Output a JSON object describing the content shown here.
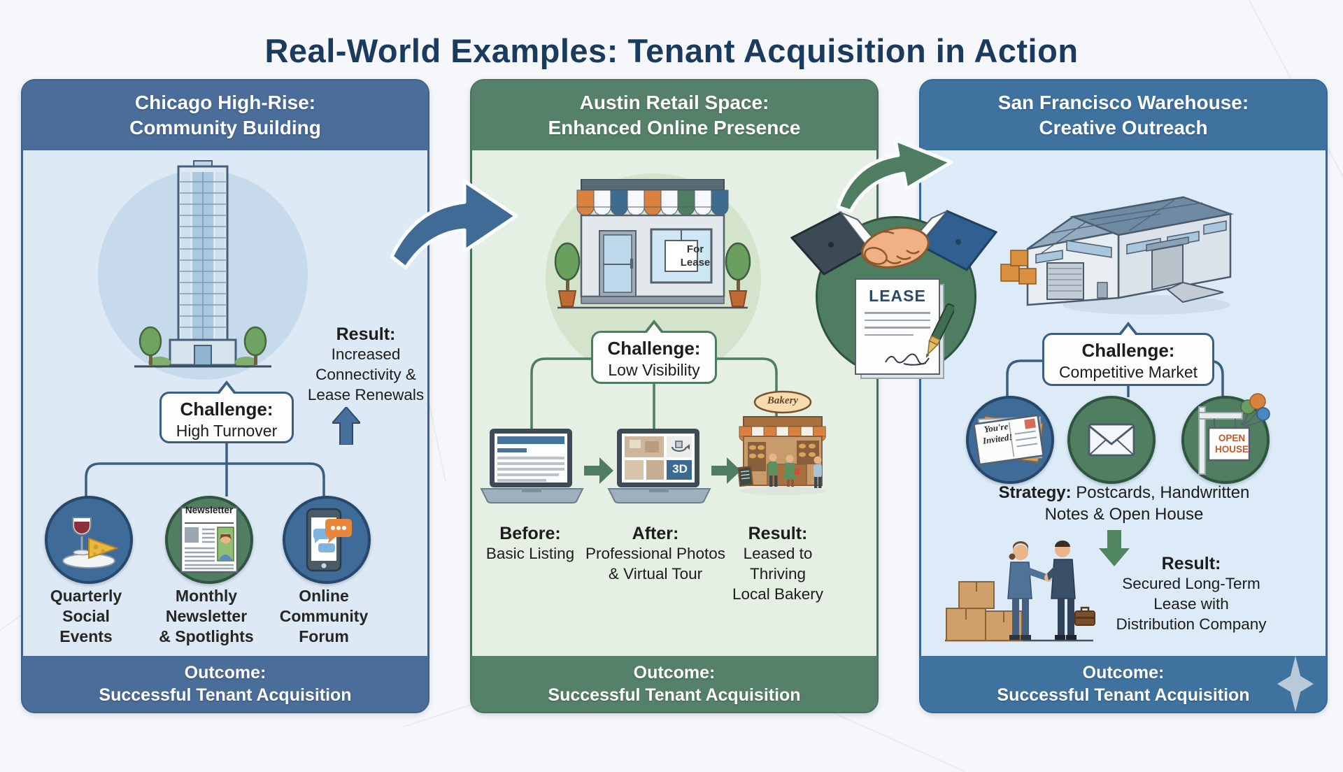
{
  "title": "Real-World Examples: Tenant Acquisition in Action",
  "colors": {
    "title_color": "#1a3a5e",
    "panel1_accent": "#4a6d99",
    "panel1_body": "#dde9f4",
    "panel2_accent": "#55806a",
    "panel2_body": "#e6efe3",
    "panel3_accent": "#3f729f",
    "panel3_body": "#dcebf7",
    "line_blue": "#3a5f82",
    "line_green": "#4e7d62",
    "arrow_blue": "#3f6b96",
    "arrow_green": "#4e7d62"
  },
  "panels": [
    {
      "header": "Chicago High-Rise:\nCommunity Building",
      "challenge_title": "Challenge:",
      "challenge_text": "High Turnover",
      "result_title": "Result:",
      "result_text": "Increased\nConnectivity &\nLease Renewals",
      "items": [
        {
          "label": "Quarterly\nSocial\nEvents"
        },
        {
          "label": "Monthly\nNewsletter\n& Spotlights",
          "newsletter_title": "Newsletter"
        },
        {
          "label": "Online\nCommunity\nForum"
        }
      ],
      "outcome": "Outcome:\nSuccessful Tenant Acquisition"
    },
    {
      "header": "Austin Retail Space:\nEnhanced Online Presence",
      "for_lease_sign": "For\nLease",
      "challenge_title": "Challenge:",
      "challenge_text": "Low Visibility",
      "steps": [
        {
          "title": "Before:",
          "text": "Basic Listing"
        },
        {
          "title": "After:",
          "text": "Professional Photos\n& Virtual Tour",
          "badge": "3D"
        },
        {
          "title": "Result:",
          "text": "Leased to\nThriving\nLocal Bakery",
          "sign": "Bakery"
        }
      ],
      "outcome": "Outcome:\nSuccessful Tenant Acquisition"
    },
    {
      "header": "San Francisco Warehouse:\nCreative Outreach",
      "challenge_title": "Challenge:",
      "challenge_text": "Competitive Market",
      "postcard_text": "You're\nInvited!",
      "open_house_sign": "OPEN\nHOUSE",
      "strategy_title": "Strategy:",
      "strategy_text": " Postcards, Handwritten\nNotes & Open House",
      "result_title": "Result:",
      "result_text": "Secured Long-Term\nLease with\nDistribution Company",
      "outcome": "Outcome:\nSuccessful Tenant Acquisition"
    }
  ],
  "handshake": {
    "lease_label": "LEASE"
  }
}
